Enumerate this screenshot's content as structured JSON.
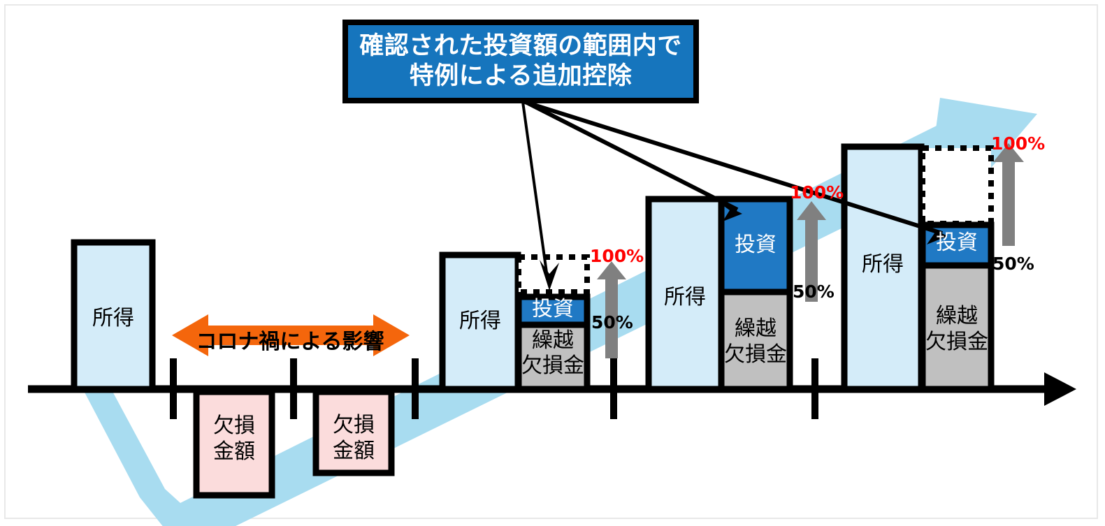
{
  "callout": {
    "line1": "確認された投資額の範囲内で",
    "line2": "特例による追加控除",
    "bg_color": "#1675bd",
    "border_color": "#000000",
    "text_color": "#ffffff"
  },
  "covid_banner": {
    "label": "コロナ禍による影響",
    "color": "#f4660c",
    "text_color": "#000000"
  },
  "colors": {
    "income": "#d4ecf9",
    "loss": "#fbdcdc",
    "carryover": "#c0c0c0",
    "investment": "#2079c4",
    "trend": "#a8dcf0",
    "outline": "#000000",
    "gray_arrow": "#808080",
    "red": "#ff0000",
    "white": "#ffffff"
  },
  "labels": {
    "income": "所得",
    "loss_line1": "欠損",
    "loss_line2": "金額",
    "investment": "投資",
    "carryover_line1": "繰越",
    "carryover_line2": "欠損金",
    "pct_100": "100%",
    "pct_50": "50%"
  },
  "chart_data": {
    "type": "bar",
    "title": "確認された投資額の範囲内で特例による追加控除",
    "xlabel": "",
    "ylabel": "",
    "grid": false,
    "legend": "none",
    "groups": [
      {
        "id": "period-1",
        "bars": [
          {
            "name": "income",
            "label": "所得",
            "sign": "positive",
            "value": 205,
            "color": "#d4ecf9"
          }
        ],
        "deduction_pct": null,
        "dotted_box": false
      },
      {
        "id": "period-2",
        "bars": [
          {
            "name": "loss",
            "label": "欠損金額",
            "sign": "negative",
            "value": 155,
            "color": "#fbdcdc"
          }
        ],
        "deduction_pct": null,
        "dotted_box": false
      },
      {
        "id": "period-3",
        "bars": [
          {
            "name": "loss",
            "label": "欠損金額",
            "sign": "negative",
            "value": 120,
            "color": "#fbdcdc"
          }
        ],
        "deduction_pct": null,
        "dotted_box": false
      },
      {
        "id": "period-4",
        "bars": [
          {
            "name": "income",
            "label": "所得",
            "sign": "positive",
            "value": 190,
            "color": "#d4ecf9"
          },
          {
            "name": "investment",
            "label": "投資",
            "sign": "positive",
            "value": 40,
            "color": "#2079c4"
          },
          {
            "name": "carryover",
            "label": "繰越欠損金",
            "sign": "positive",
            "value": 92,
            "color": "#c0c0c0"
          }
        ],
        "deduction_pct": {
          "top": "100%",
          "bottom": "50%"
        },
        "dotted_box": true
      },
      {
        "id": "period-5",
        "bars": [
          {
            "name": "income",
            "label": "所得",
            "sign": "positive",
            "value": 272,
            "color": "#d4ecf9"
          },
          {
            "name": "investment",
            "label": "投資",
            "sign": "positive",
            "value": 133,
            "color": "#2079c4"
          },
          {
            "name": "carryover",
            "label": "繰越欠損金",
            "sign": "positive",
            "value": 138,
            "color": "#c0c0c0"
          }
        ],
        "deduction_pct": {
          "top": "100%",
          "bottom": "50%"
        },
        "dotted_box": false
      },
      {
        "id": "period-6",
        "bars": [
          {
            "name": "income",
            "label": "所得",
            "sign": "positive",
            "value": 347,
            "color": "#d4ecf9"
          },
          {
            "name": "investment",
            "label": "投資",
            "sign": "positive",
            "value": 58,
            "color": "#2079c4"
          },
          {
            "name": "carryover",
            "label": "繰越欠損金",
            "sign": "positive",
            "value": 182,
            "color": "#c0c0c0"
          },
          {
            "name": "extra-deduction",
            "label": "",
            "sign": "positive",
            "value": 110,
            "color": "#ffffff"
          }
        ],
        "deduction_pct": {
          "top": "100%",
          "bottom": "50%"
        },
        "dotted_box": true
      }
    ],
    "annotations": [
      "確認された投資額の範囲内で特例による追加控除",
      "コロナ禍による影響"
    ]
  }
}
